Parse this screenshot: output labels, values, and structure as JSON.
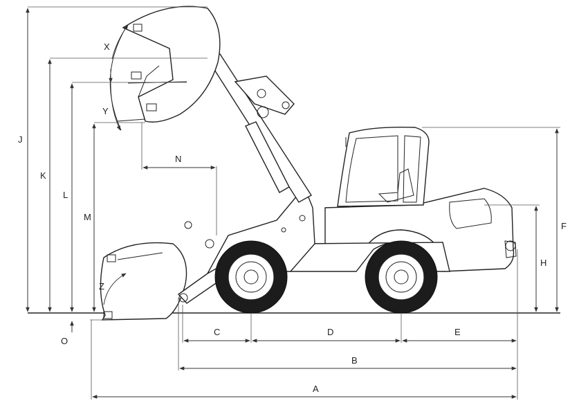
{
  "diagram": {
    "labels": {
      "A": "A",
      "B": "B",
      "C": "C",
      "D": "D",
      "E": "E",
      "F": "F",
      "H": "H",
      "J": "J",
      "K": "K",
      "L": "L",
      "M": "M",
      "N": "N",
      "O": "O",
      "X": "X",
      "Y": "Y",
      "Z": "Z"
    }
  }
}
